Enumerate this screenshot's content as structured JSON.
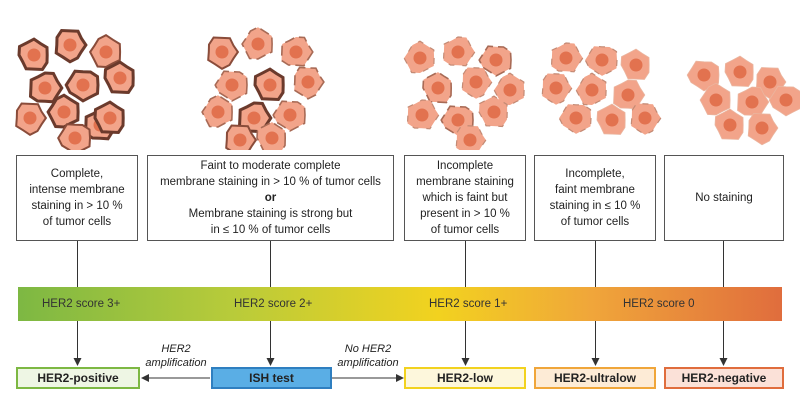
{
  "boxes": [
    {
      "lines": [
        "Complete,",
        "intense membrane",
        "staining in > 10 %",
        "of tumor cells"
      ]
    },
    {
      "lines": [
        "Faint to moderate complete",
        "membrane staining in > 10 % of tumor cells"
      ],
      "or": "or",
      "lines2": [
        "Membrane staining is strong but",
        "in ≤ 10 % of tumor cells"
      ]
    },
    {
      "lines": [
        "Incomplete",
        "membrane staining",
        "which is faint but",
        "present in > 10 %",
        "of tumor cells"
      ]
    },
    {
      "lines": [
        "Incomplete,",
        "faint membrane",
        "staining in ≤ 10 %",
        "of tumor cells"
      ]
    },
    {
      "lines": [
        "No staining"
      ]
    }
  ],
  "scores": [
    "HER2 score 3+",
    "HER2 score 2+",
    "HER2 score 1+",
    "HER2 score 0"
  ],
  "results": [
    {
      "label": "HER2-positive",
      "border": "#7db843",
      "fill": "#eef6e4"
    },
    {
      "label": "ISH test",
      "border": "#2f7fc0",
      "fill": "#5aaee5"
    },
    {
      "label": "HER2-low",
      "border": "#f2d21f",
      "fill": "#fdf7dc"
    },
    {
      "label": "HER2-ultralow",
      "border": "#f0a63a",
      "fill": "#fdebd6"
    },
    {
      "label": "HER2-negative",
      "border": "#e06d3d",
      "fill": "#fbe1d8"
    }
  ],
  "arrow_labels": {
    "amplification": [
      "HER2",
      "amplification"
    ],
    "no_amplification": [
      "No HER2",
      "amplification"
    ]
  },
  "colors": {
    "cell_fill": "#f2a48a",
    "nucleus": "#e2724f",
    "stain_dark": "#6b3a2c"
  }
}
